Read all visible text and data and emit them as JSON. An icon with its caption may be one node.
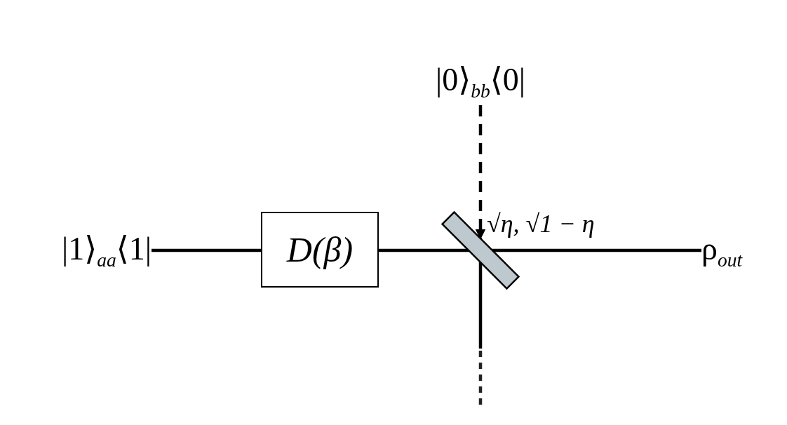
{
  "diagram": {
    "nodes": [
      {
        "text": [
          "|1⟩$_{aa}$⟨1|"
        ]
      },
      {
        "text": [
          "D(β)"
        ]
      },
      {
        "text": [
          "|0⟩$_{bb}$⟨0|"
        ]
      },
      {
        "text": [],
        "shape": "bar",
        "beside": [
          "√η, √1 − η"
        ]
      },
      {
        "text": [
          "ρ$_{out}$"
        ]
      }
    ],
    "edges": [
      {
        "from": 0,
        "to": 1,
        "arrow": "none"
      },
      {
        "from": 1,
        "to": 3,
        "arrow": "none"
      },
      {
        "from": 2,
        "to": 3,
        "arrow": "to",
        "style": "dashed"
      },
      {
        "from": 3,
        "to": 4,
        "arrow": "none"
      },
      {
        "from": 3,
        "to": null,
        "arrow": "none"
      }
    ]
  }
}
